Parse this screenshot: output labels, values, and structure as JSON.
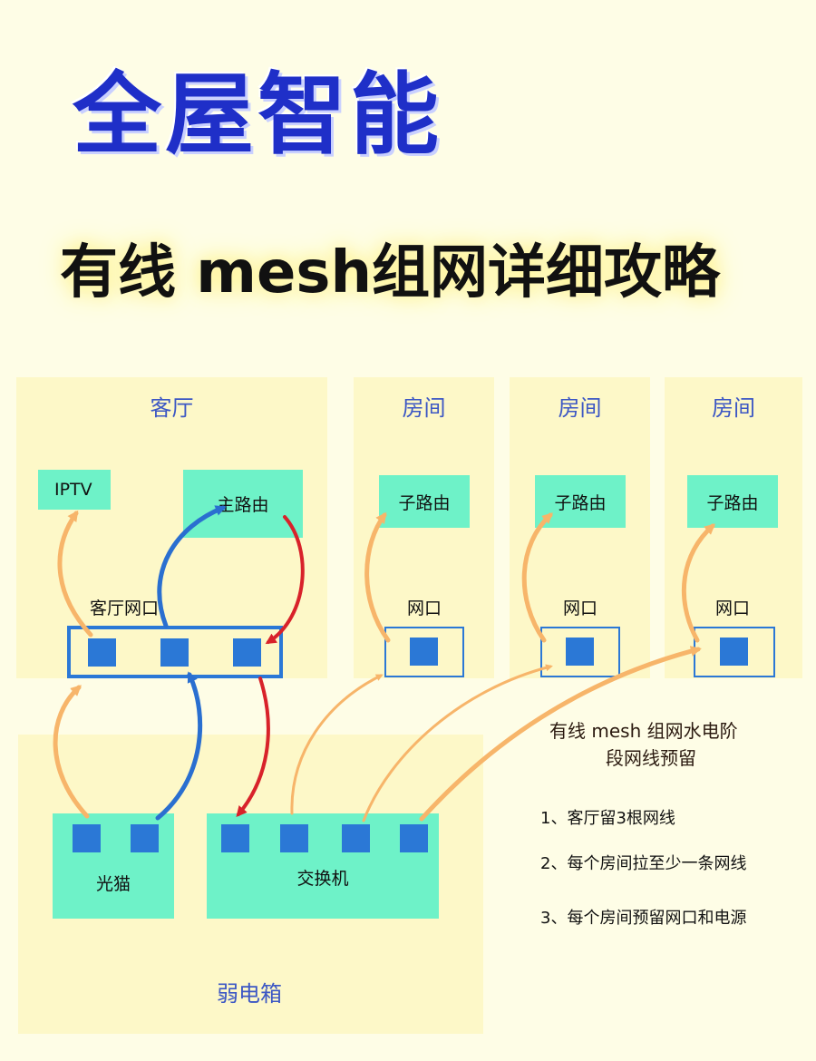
{
  "title": "全屋智能",
  "subtitle": "有线 mesh组网详细攻略",
  "living_room": {
    "label": "客厅",
    "iptv": "IPTV",
    "main_router": "主路由",
    "port_label": "客厅网口"
  },
  "rooms": [
    {
      "label": "房间",
      "router": "子路由",
      "port_label": "网口"
    },
    {
      "label": "房间",
      "router": "子路由",
      "port_label": "网口"
    },
    {
      "label": "房间",
      "router": "子路由",
      "port_label": "网口"
    }
  ],
  "weak_box": {
    "label": "弱电箱",
    "modem": "光猫",
    "switch": "交换机"
  },
  "note": {
    "line1": "有线 mesh 组网水电阶",
    "line2": "段网线预留"
  },
  "steps": [
    "1、客厅留3根网线",
    "2、每个房间拉至少一条网线",
    "3、每个房间预留网口和电源"
  ],
  "colors": {
    "title": "#1f2fc8",
    "zone": "#fdf8c8",
    "device": "#6ef2c8",
    "port": "#2b78d6",
    "arrow_orange": "#f7b56a",
    "arrow_blue": "#2a6fd0",
    "arrow_red": "#d8222a"
  }
}
